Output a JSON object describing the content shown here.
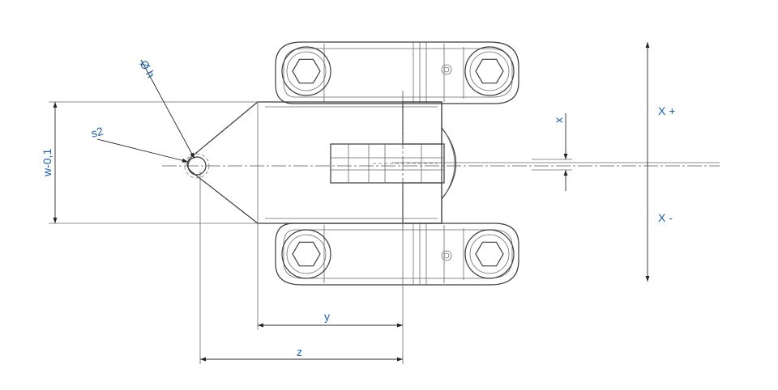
{
  "labels": {
    "dia_h": "Ø h",
    "s2": "s2",
    "w": "w-0,1",
    "x": "x",
    "x_plus": "X +",
    "x_minus": "X -",
    "y": "y",
    "z": "z"
  }
}
